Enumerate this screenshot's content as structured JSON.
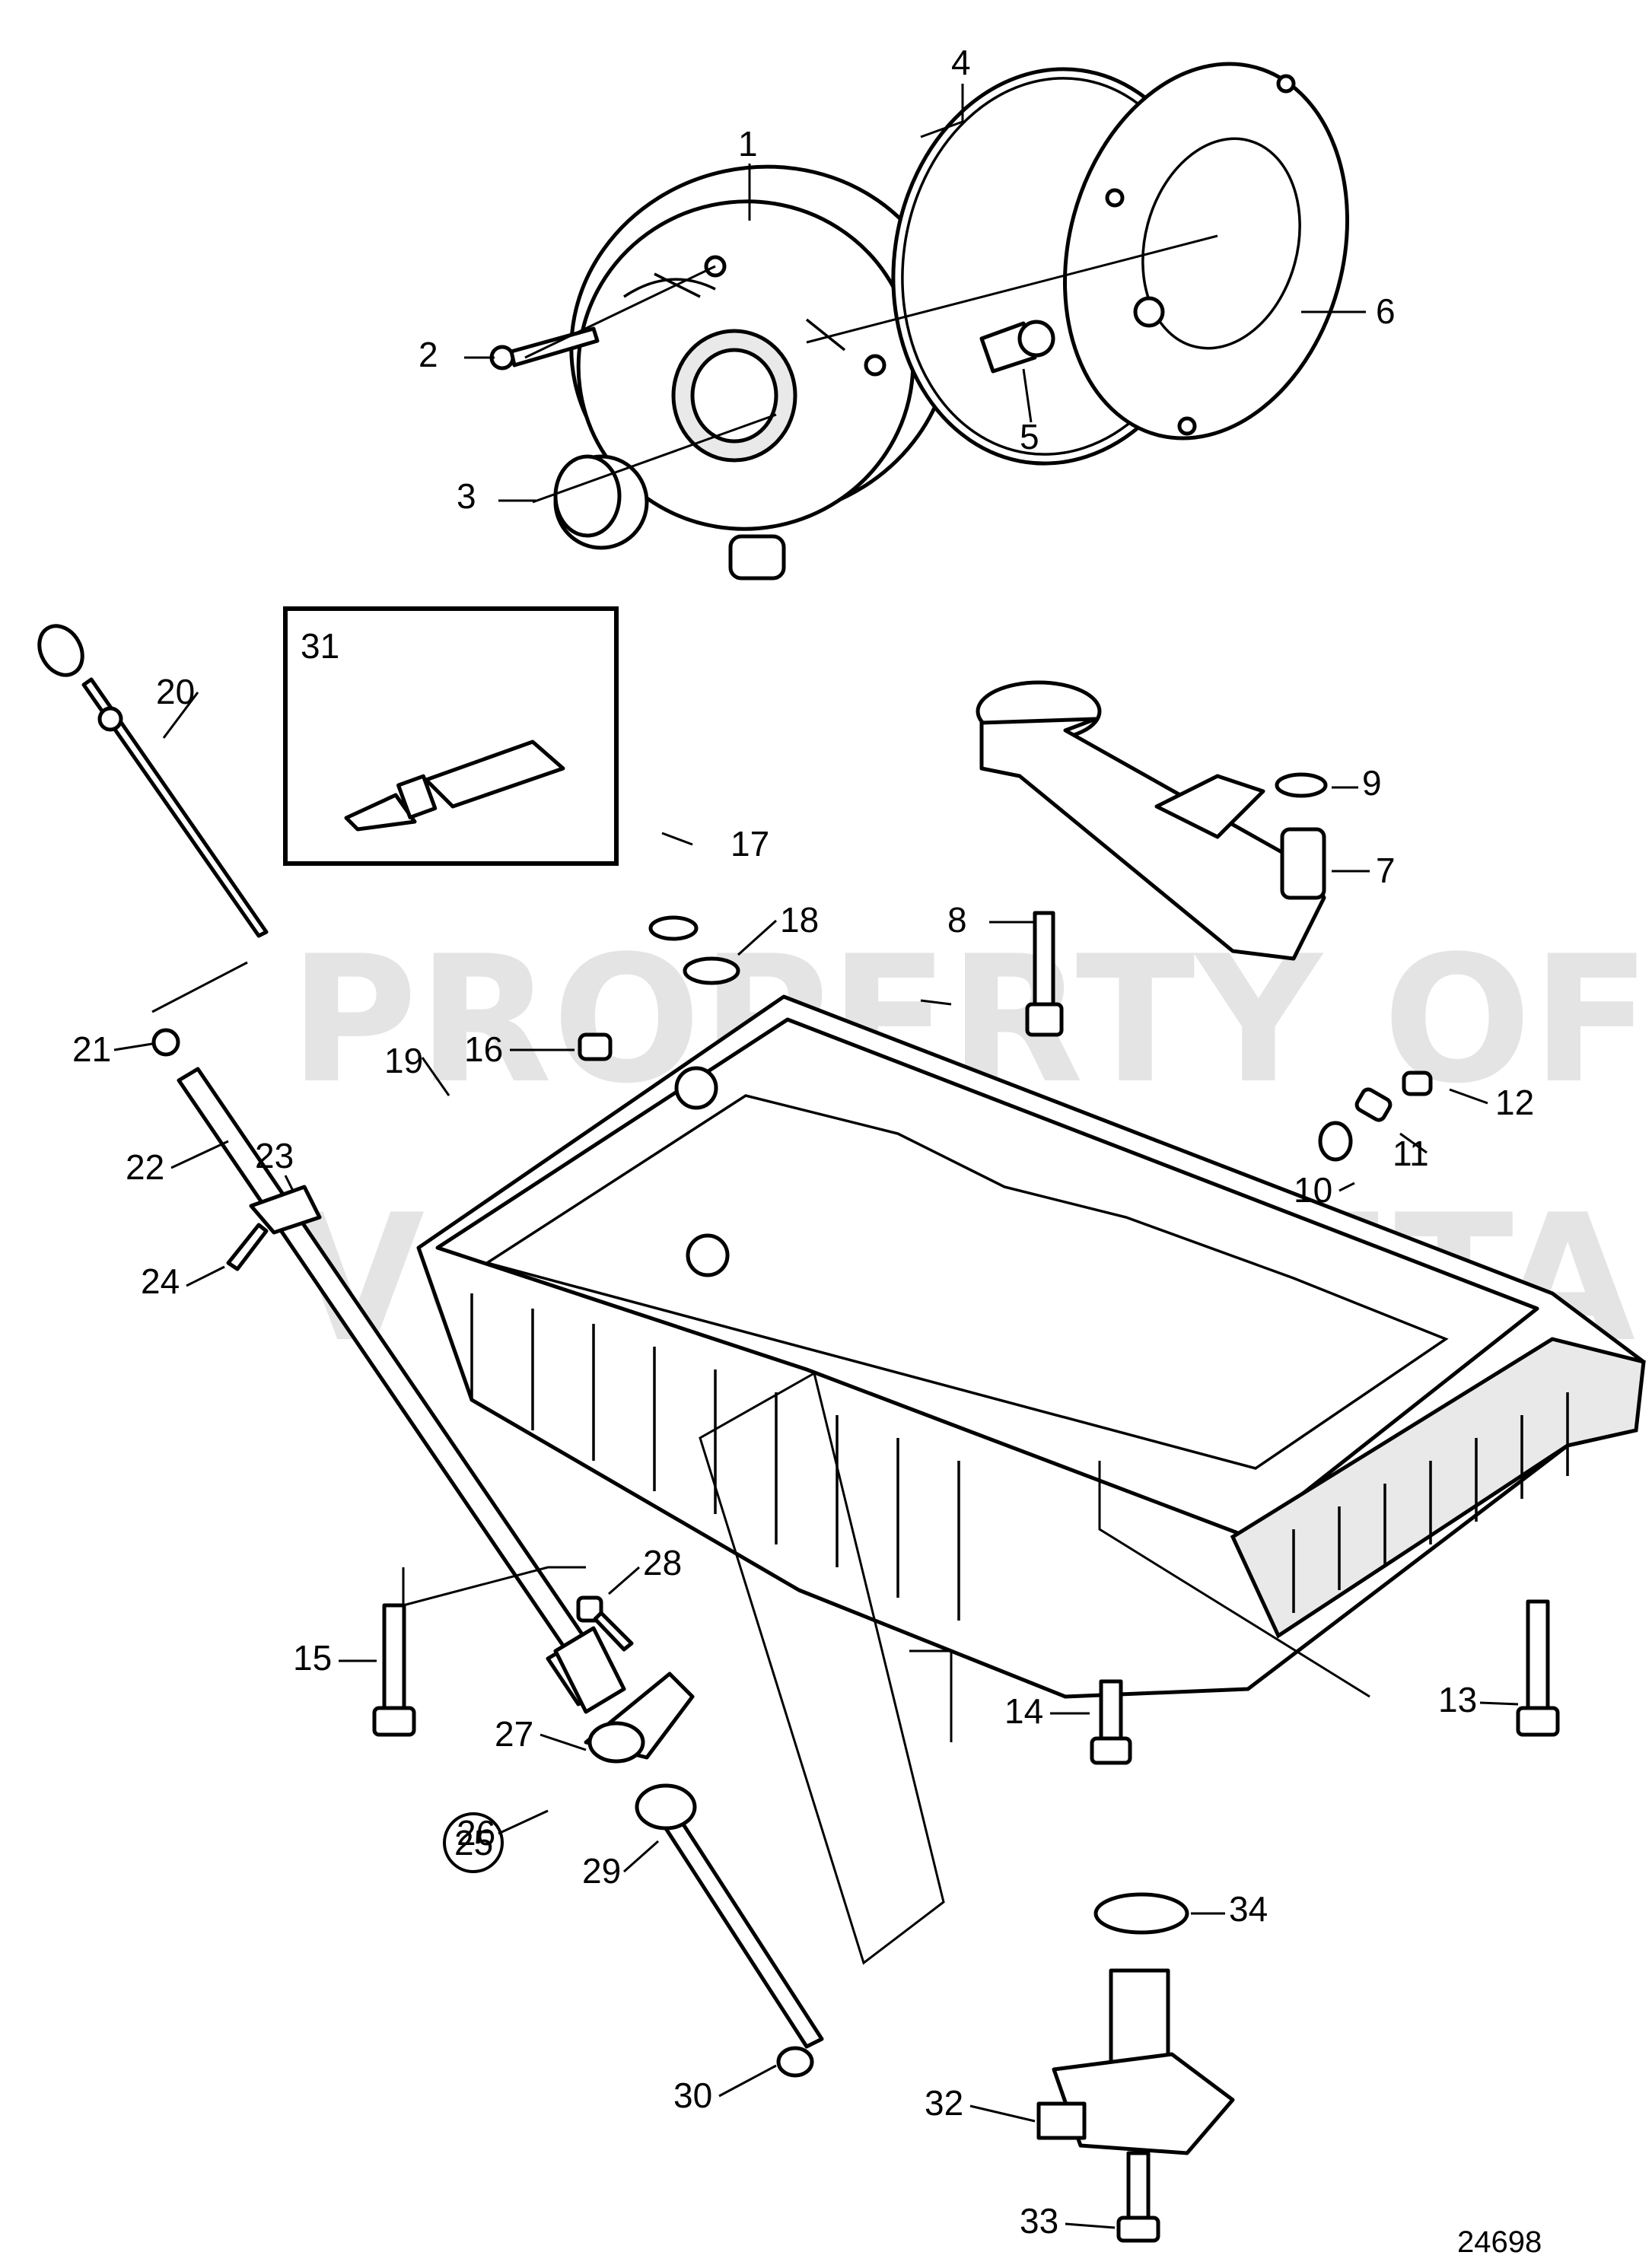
{
  "watermark": {
    "line1": "PROPERTY OF",
    "line2": "VOLVO PENTA"
  },
  "drawing_number": "24698",
  "callouts": {
    "p1": "1",
    "p2": "2",
    "p3": "3",
    "p4": "4",
    "p5": "5",
    "p6": "6",
    "p7": "7",
    "p8": "8",
    "p9": "9",
    "p10": "10",
    "p11": "11",
    "p12": "12",
    "p13": "13",
    "p14": "14",
    "p15": "15",
    "p16": "16",
    "p17": "17",
    "p18": "18",
    "p19": "19",
    "p20": "20",
    "p21": "21",
    "p22": "22",
    "p23": "23",
    "p24": "24",
    "p25": "25",
    "p26": "26",
    "p27": "27",
    "p28": "28",
    "p29": "29",
    "p30": "30",
    "p31": "31",
    "p32": "32",
    "p33": "33",
    "p34": "34"
  },
  "colors": {
    "line": "#000000",
    "background": "#ffffff",
    "watermark": "#d9d9d9"
  }
}
